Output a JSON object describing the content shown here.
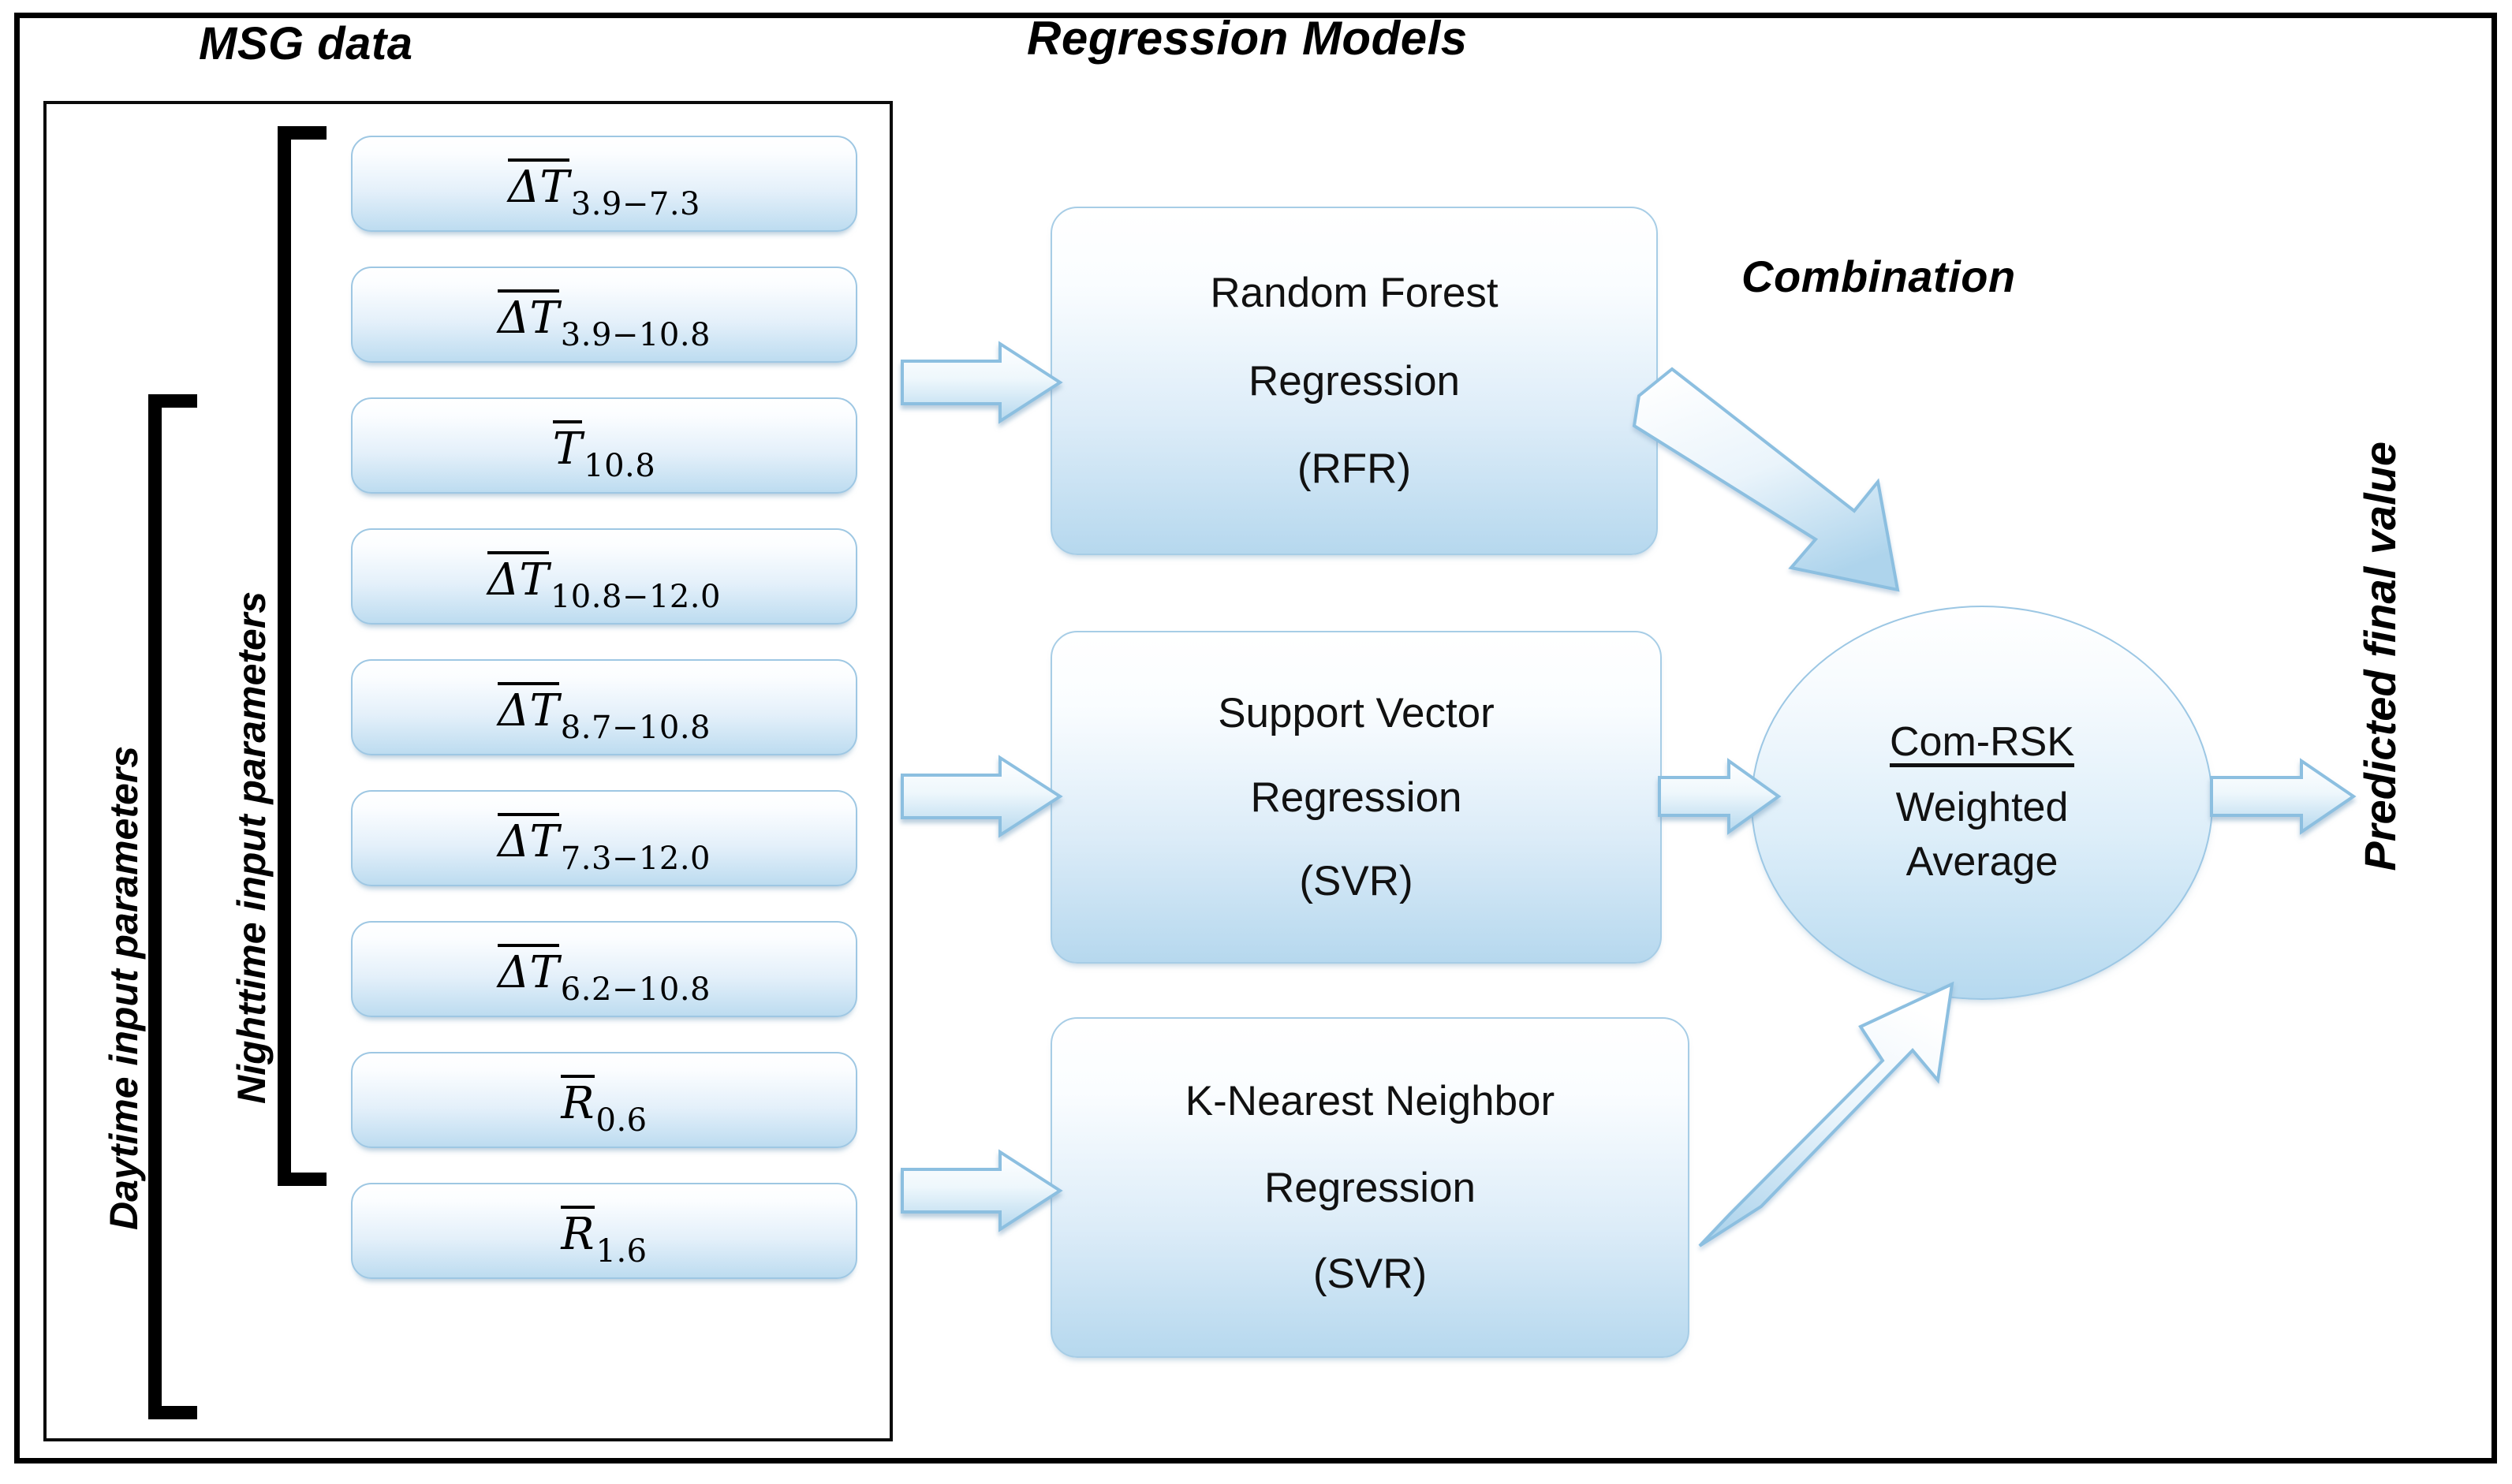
{
  "titles": {
    "msg_data": "MSG data",
    "regression_models": "Regression Models",
    "combination": "Combination",
    "predicted_final_value": "Predicted final value"
  },
  "brackets": {
    "daytime_label": "Daytime input parameters",
    "nighttime_label": "Nighttime input parameters"
  },
  "inputs": [
    {
      "base": "ΔT",
      "sub": "3.9−7.3",
      "overline": true,
      "name": "delta-t-3.9-7.3"
    },
    {
      "base": "ΔT",
      "sub": "3.9−10.8",
      "overline": true,
      "name": "delta-t-3.9-10.8"
    },
    {
      "base": "T",
      "sub": "10.8",
      "overline": true,
      "name": "t-10.8"
    },
    {
      "base": "ΔT",
      "sub": "10.8−12.0",
      "overline": true,
      "name": "delta-t-10.8-12.0"
    },
    {
      "base": "ΔT",
      "sub": "8.7−10.8",
      "overline": true,
      "name": "delta-t-8.7-10.8"
    },
    {
      "base": "ΔT",
      "sub": "7.3−12.0",
      "overline": true,
      "name": "delta-t-7.3-12.0"
    },
    {
      "base": "ΔT",
      "sub": "6.2−10.8",
      "overline": true,
      "name": "delta-t-6.2-10.8"
    },
    {
      "base": "R",
      "sub": "0.6",
      "overline": true,
      "name": "r-0.6"
    },
    {
      "base": "R",
      "sub": "1.6",
      "overline": true,
      "name": "r-1.6"
    }
  ],
  "models": [
    {
      "lines": [
        "Random Forest",
        "Regression",
        "(RFR)"
      ],
      "name": "random-forest-regression"
    },
    {
      "lines": [
        "Support Vector",
        "Regression",
        "(SVR)"
      ],
      "name": "support-vector-regression"
    },
    {
      "lines": [
        "K-Nearest Neighbor",
        "Regression",
        "(SVR)"
      ],
      "name": "k-nearest-neighbor-regression"
    }
  ],
  "combination_node": {
    "title": "Com-RSK",
    "line1": "Weighted",
    "line2": "Average"
  },
  "colors": {
    "frame": "#000000",
    "box_border": "#a7cde6",
    "box_fill_top": "#ffffff",
    "box_fill_bottom": "#b6d8ee",
    "arrow_fill_top": "#ffffff",
    "arrow_fill_bottom": "#b5d8ee",
    "arrow_stroke": "#8cbfe0",
    "text": "#111111"
  }
}
